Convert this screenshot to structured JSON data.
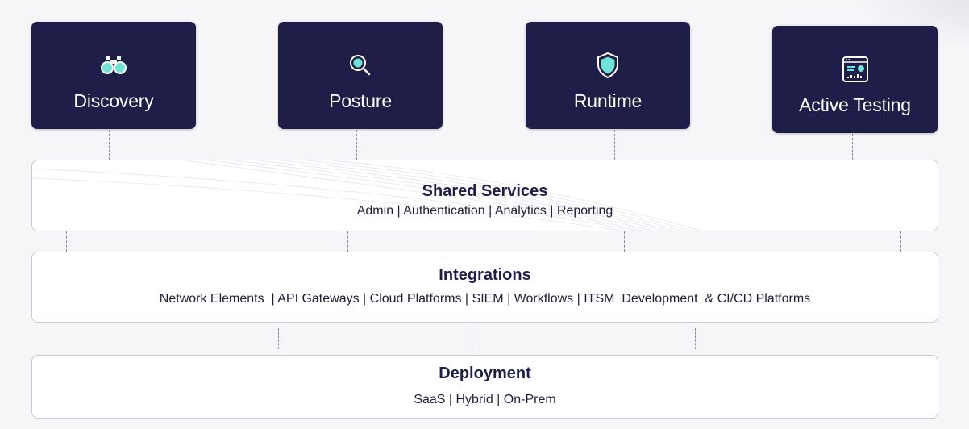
{
  "modules": [
    {
      "label": "Discovery",
      "icon": "binoculars-icon"
    },
    {
      "label": "Posture",
      "icon": "magnifier-icon"
    },
    {
      "label": "Runtime",
      "icon": "shield-icon"
    },
    {
      "label": "Active Testing",
      "icon": "dashboard-icon"
    }
  ],
  "shared_services": {
    "title": "Shared Services",
    "subtitle": "Admin | Authentication | Analytics | Reporting"
  },
  "integrations": {
    "title": "Integrations",
    "subtitle": "Network Elements  | API Gateways | Cloud Platforms | SIEM | Workflows | ITSM  Development  & CI/CD Platforms"
  },
  "deployment": {
    "title": "Deployment",
    "subtitle": "SaaS | Hybrid | On-Prem"
  },
  "colors": {
    "card_bg": "#1e1e48",
    "icon_accent": "#6ee3d6",
    "box_border": "#c9cad6",
    "background": "#f6f6f9"
  }
}
